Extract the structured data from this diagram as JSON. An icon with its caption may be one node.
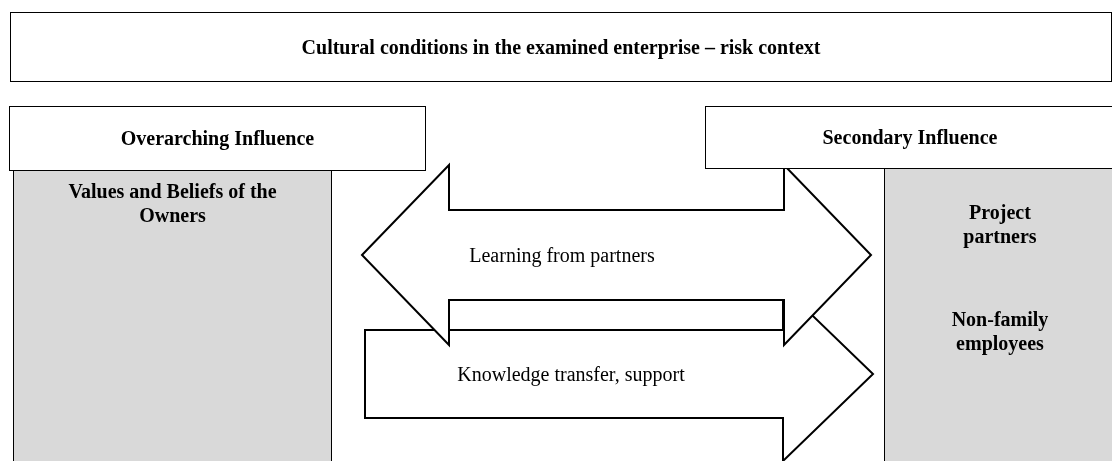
{
  "diagram": {
    "nodes": [
      {
        "text": [
          "Cultural conditions in the examined enterprise – risk context"
        ]
      },
      {
        "text": [
          "Overarching Influence"
        ]
      },
      {
        "text": [
          "Values and Beliefs of the Owners"
        ]
      },
      {
        "text": [
          "Secondary Influence"
        ]
      },
      {
        "text": [
          "Project partners",
          "Non-family employees"
        ]
      }
    ],
    "edges": [
      {
        "from": 4,
        "to": 2,
        "arrow": "both",
        "label": "Learning from partners"
      },
      {
        "from": 2,
        "to": 4,
        "arrow": "to",
        "label": "Knowledge transfer, support"
      }
    ]
  }
}
